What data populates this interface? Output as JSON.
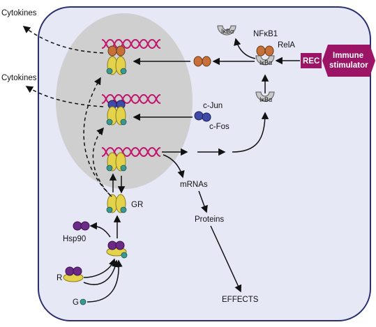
{
  "colors": {
    "cell_fill": "#e6e8f6",
    "cell_stroke": "#2a2f6f",
    "nucleus_fill": "#cfcfcf",
    "dna": "#c0166e",
    "receptor": "#e4d34a",
    "receptor_stroke": "#8a7b1c",
    "nfkb": "#c8703a",
    "ap1": "#3f4aa8",
    "steroid": "#3a9a8f",
    "hsp90": "#6a2a86",
    "ikb": "#c9c9c9",
    "stimulator": "#9b1466"
  },
  "labels": {
    "cytokines_top": "Cytokines",
    "cytokines_mid": "Cytokines",
    "cjun": "c-Jun",
    "cfos": "c-Fos",
    "nfkb1": "NFκB1",
    "rela": "RelA",
    "ikb_top": "IκBα",
    "ikb_mid": "IκBα",
    "ikb_low": "IκBα",
    "rec": "REC",
    "immune_line1": "Immune",
    "immune_line2": "stimulator",
    "mrnas": "mRNAs",
    "proteins": "Proteins",
    "effects": "EFFECTS",
    "gr": "GR",
    "hsp90": "Hsp90",
    "r": "R",
    "g": "G"
  },
  "icons": [
    "dna-helix",
    "glucocorticoid-receptor",
    "steroid",
    "hsp90",
    "ikb-cup",
    "nfkb-dimer",
    "ap1-dimer"
  ]
}
